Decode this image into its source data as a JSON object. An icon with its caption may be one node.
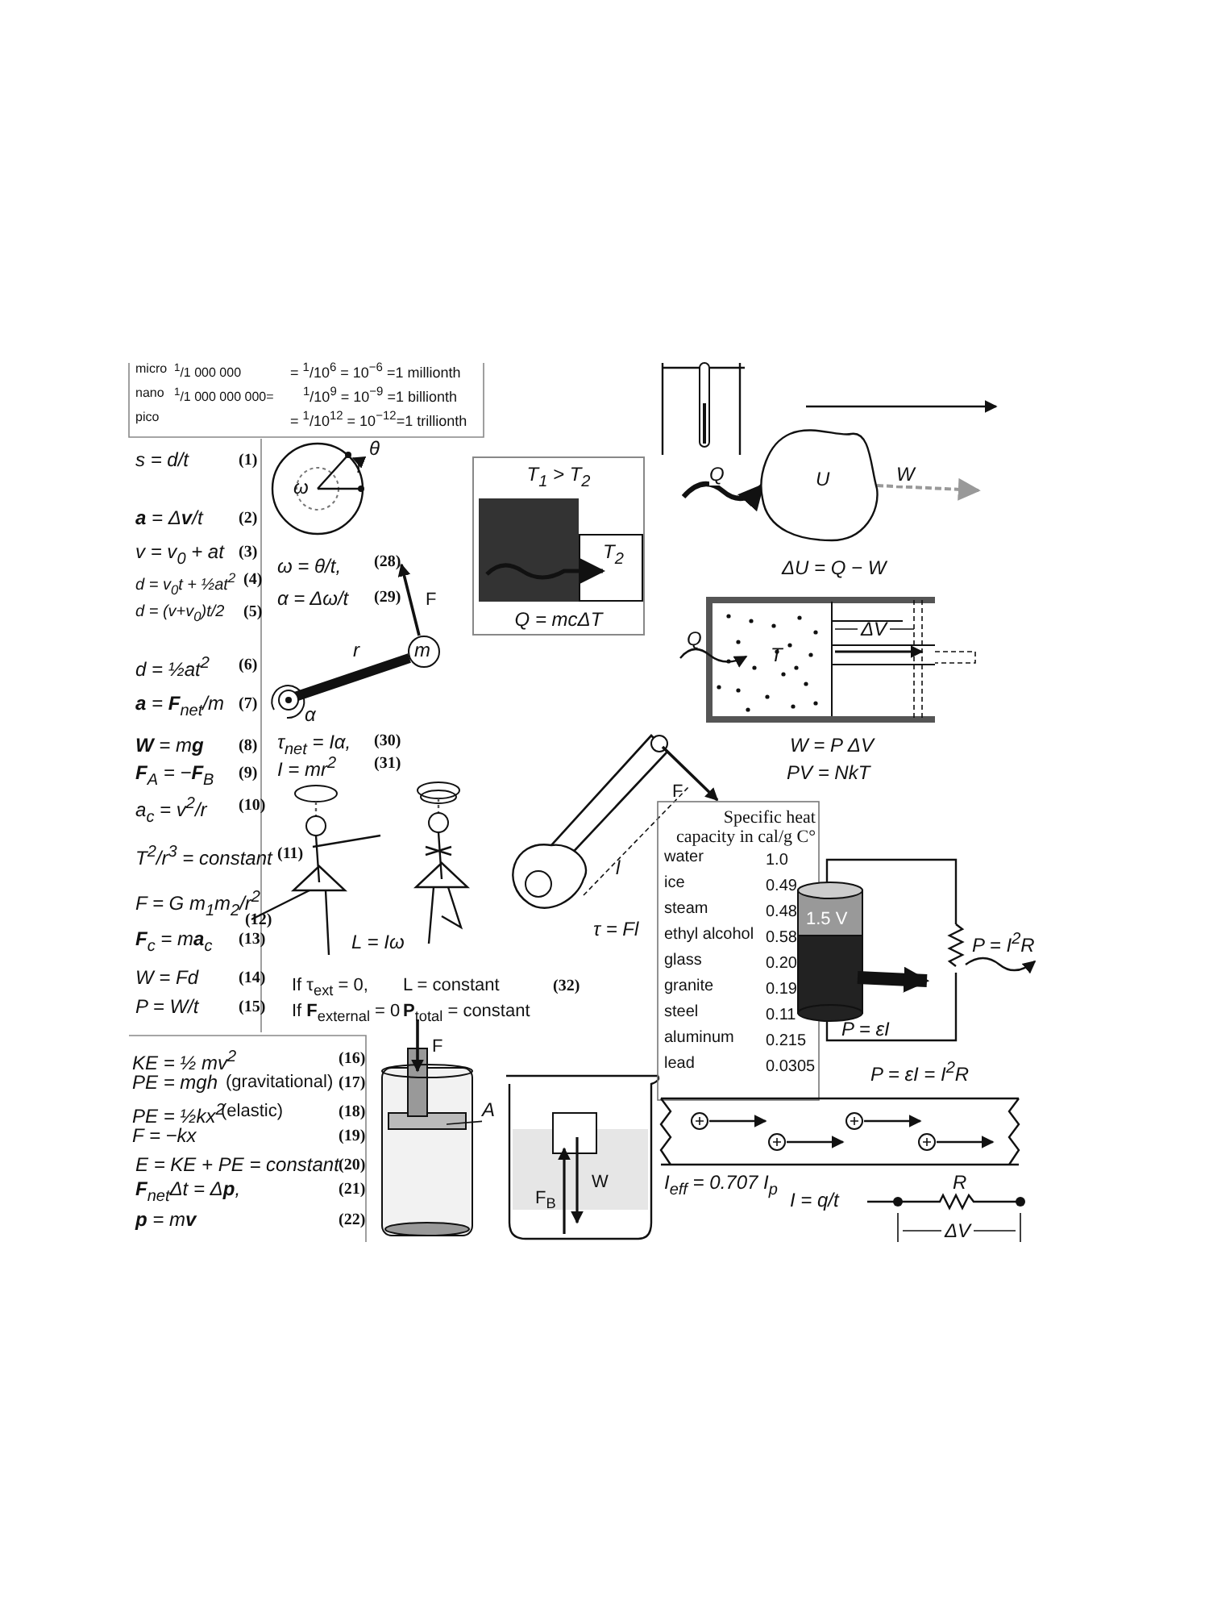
{
  "diagram": {
    "nodes": [
      {
        "text": [
          "T$_{1}$ > T$_{2}$",
          "Q = mcΔT"
        ]
      },
      {
        "text": [
          "T$_{2}$"
        ],
        "in": 0
      },
      {
        "text": [
          "U"
        ]
      },
      {
        "text": [
          "m"
        ]
      },
      {
        "text": [
          "A"
        ]
      }
    ],
    "edges": [
      {
        "from": null,
        "to": 2,
        "arrow": "to",
        "label": "Q"
      },
      {
        "from": 2,
        "to": null,
        "arrow": "to",
        "label": "W",
        "style": "dashed",
        "color": "#999999"
      },
      {
        "from": 4,
        "to": null,
        "arrow": "none"
      }
    ],
    "labels": [
      "micro",
      "$^{1}$/1 000 000",
      "= $^{1}$/10$^{6}$ = 10$^{−6}$ =1 millionth",
      "nano",
      "$^{1}$/1 000 000 000=",
      "$^{1}$/10$^{9}$ = 10$^{−9}$ =1 billionth",
      "pico",
      "= $^{1}$/10$^{12}$ = 10$^{−12}$=1 trillionth",
      "s = d/t",
      "(1)",
      "**a** = Δ**v**/t",
      "(2)",
      "v = v$_{0}$ + at",
      "(3)",
      "d = v$_{0}$t + ½at$^{2}$",
      "(4)",
      "d = (v+v$_{0}$)t/2",
      "(5)",
      "d = ½at$^{2}$",
      "(6)",
      "**a** = **F**$_{net}$/m",
      "(7)",
      "**W** = m**g**",
      "(8)",
      "**F**$_{A}$ = −**F**$_{B}$",
      "(9)",
      "a$_{c}$ = v$^{2}$/r",
      "(10)",
      "T$^{2}$/r$^{3}$ = constant",
      "(11)",
      "F = G m$_{1}$m$_{2}$/r$^{2}$",
      "(12)",
      "**F**$_{c}$ = m**a**$_{c}$",
      "(13)",
      "W = Fd",
      "(14)",
      "P = W/t",
      "(15)",
      "KE = ½ mv$^{2}$",
      "(16)",
      "PE = mgh",
      "(gravitational)",
      "(17)",
      "PE = ½kx$^{2}$",
      "(elastic)",
      "(18)",
      "F = −kx",
      "(19)",
      "E = KE + PE = constant",
      "(20)",
      "**F**$_{net}$Δt = Δ**p**,",
      "(21)",
      "**p** = m**v**",
      "(22)",
      "θ",
      "ω",
      "ω = θ/t,",
      "(28)",
      "α = Δω/t",
      "(29)",
      "F",
      "r",
      "α",
      "τ$_{net}$ = Iα,",
      "(30)",
      "I = mr$^{2}$",
      "(31)",
      "L = Iω",
      "If τ$_{ext}$ = 0,",
      "L = constant",
      "(32)",
      "If **F**$_{external}$ = 0",
      "**P**$_{total}$ = constant",
      "F",
      "l",
      "τ = Fl",
      "F",
      "W",
      "F$_{B}$",
      "ΔU = Q − W",
      "Q",
      "T",
      "ΔV",
      "W = P ΔV",
      "PV = NkT",
      "Specific heat capacity in cal/g C°",
      "water",
      "1.0",
      "ice",
      "0.49",
      "steam",
      "0.48",
      "ethyl alcohol",
      "0.58",
      "glass",
      "0.20",
      "granite",
      "0.19",
      "steel",
      "0.11",
      "aluminum",
      "0.215",
      "lead",
      "0.0305",
      "1.5 V",
      "P = I$^{2}$R",
      "P = εI",
      "P = εI = I$^{2}$R",
      "I$_{eff}$ = 0.707 I$_{p}$",
      "I = q/t",
      "R",
      "ΔV"
    ]
  }
}
